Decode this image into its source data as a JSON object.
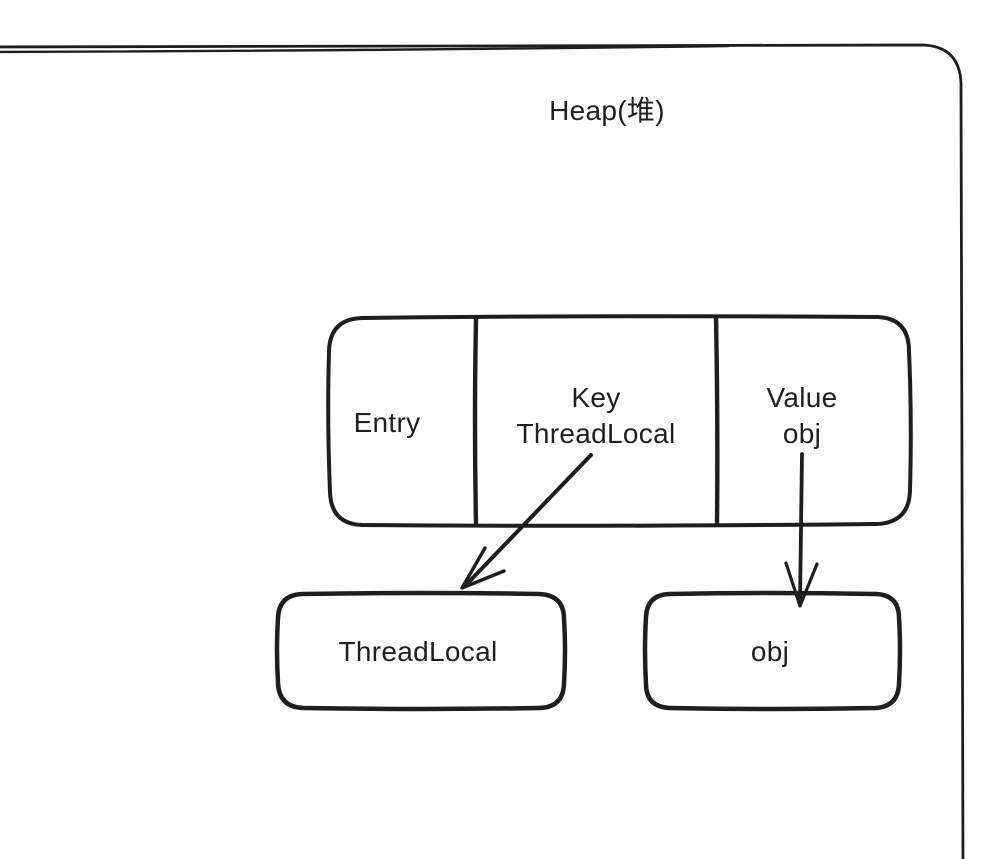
{
  "title": "Heap(堆)",
  "entry_box": {
    "cell1_label": "Entry",
    "cell2_line1": "Key",
    "cell2_line2": "ThreadLocal",
    "cell3_line1": "Value",
    "cell3_line2": "obj"
  },
  "nodes": {
    "threadlocal_label": "ThreadLocal",
    "obj_label": "obj"
  },
  "edges": {
    "key_arrow": "Key cell -> ThreadLocal node",
    "value_arrow": "Value cell -> obj node"
  },
  "colors": {
    "stroke": "#1e1e1e",
    "text": "#1f1f1f",
    "background": "#ffffff"
  }
}
